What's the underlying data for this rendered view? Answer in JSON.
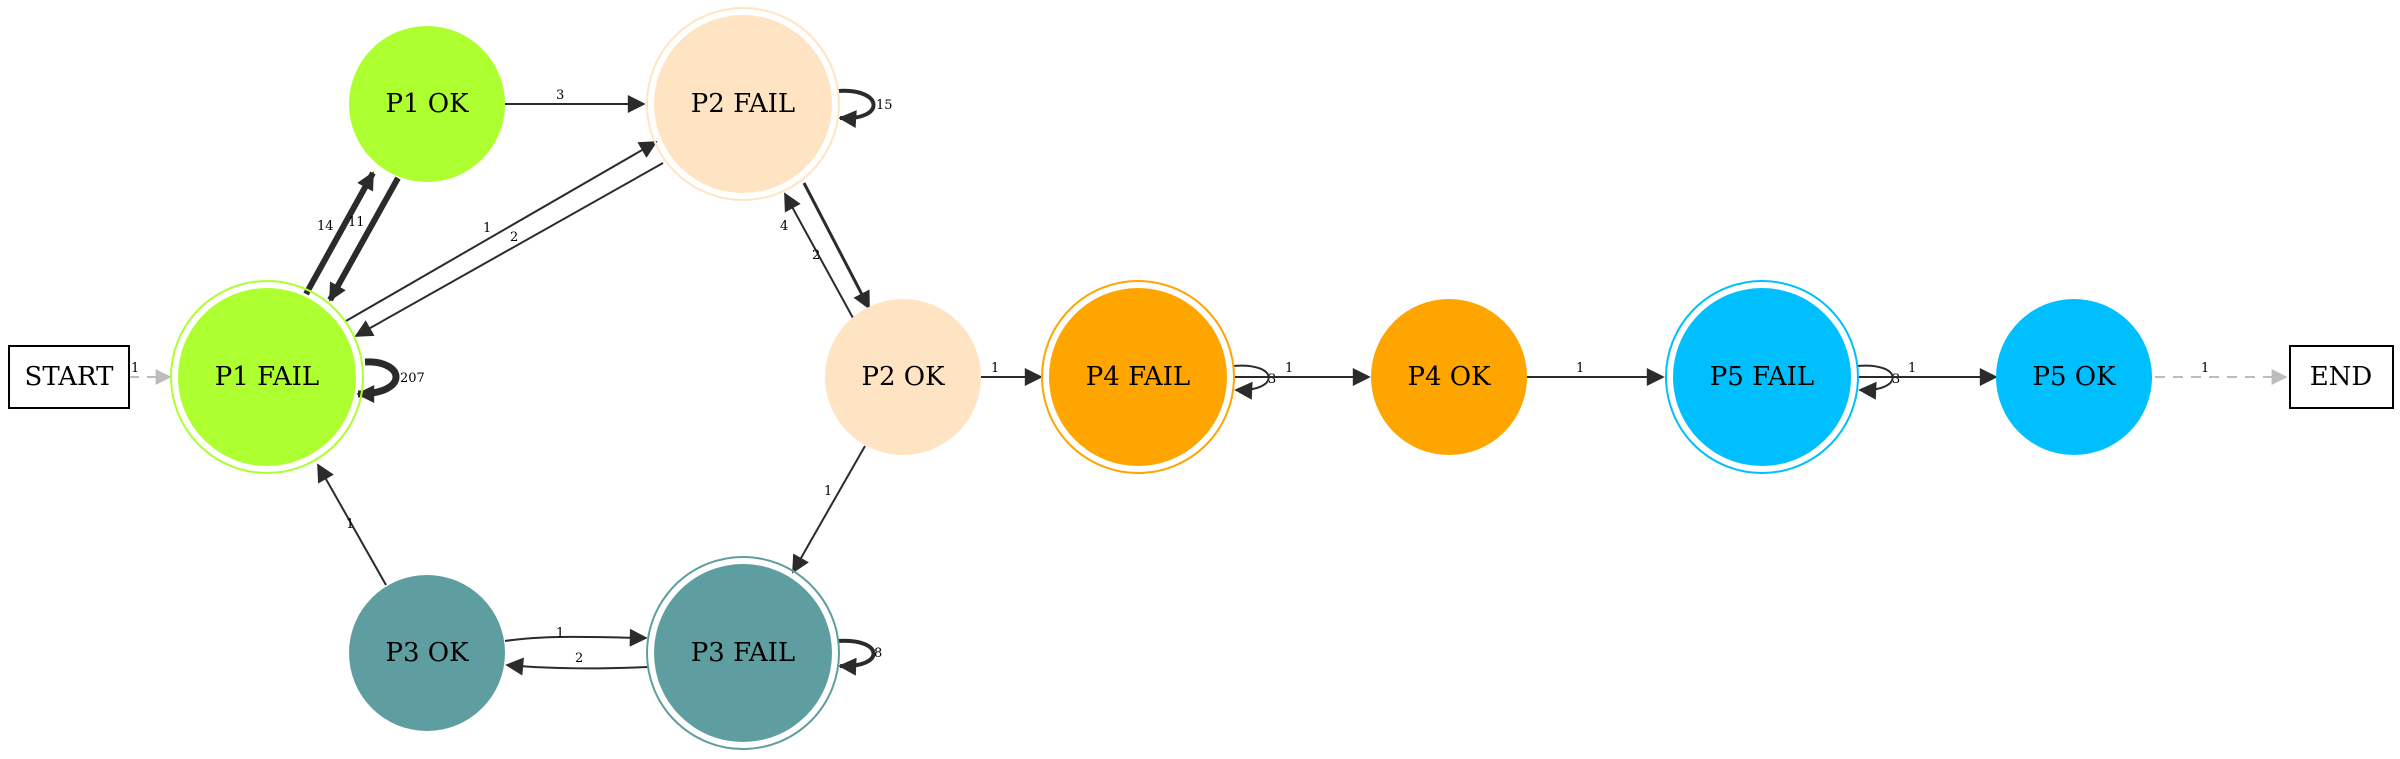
{
  "nodes": {
    "start": {
      "label": "START"
    },
    "end": {
      "label": "END"
    },
    "p1_ok": {
      "label": "P1 OK",
      "color": "#adff2f"
    },
    "p1_fail": {
      "label": "P1 FAIL",
      "color": "#adff2f"
    },
    "p2_fail": {
      "label": "P2 FAIL",
      "color": "#ffe4c4"
    },
    "p2_ok": {
      "label": "P2 OK",
      "color": "#ffe4c4"
    },
    "p3_ok": {
      "label": "P3 OK",
      "color": "#5f9ea0"
    },
    "p3_fail": {
      "label": "P3 FAIL",
      "color": "#5f9ea0"
    },
    "p4_fail": {
      "label": "P4 FAIL",
      "color": "#ffa500"
    },
    "p4_ok": {
      "label": "P4 OK",
      "color": "#ffa500"
    },
    "p5_fail": {
      "label": "P5 FAIL",
      "color": "#00bfff"
    },
    "p5_ok": {
      "label": "P5 OK",
      "color": "#00bfff"
    }
  },
  "edges": {
    "start_p1fail": "1",
    "p1fail_self": "207",
    "p1fail_p1ok": "14",
    "p1ok_p1fail": "11",
    "p1ok_p2fail": "3",
    "p1fail_p2fail": "1",
    "p2fail_p1fail": "2",
    "p2fail_self": "15",
    "p2fail_p2ok": "4",
    "p2ok_p2fail": "2",
    "p2ok_p4fail": "1",
    "p2ok_p3fail": "1",
    "p3ok_p1fail": "1",
    "p3ok_p3fail": "1",
    "p3fail_p3ok": "2",
    "p3fail_self": "8",
    "p4fail_self": "3",
    "p4fail_p4ok": "1",
    "p4ok_p5fail": "1",
    "p5fail_self": "3",
    "p5fail_p5ok": "1",
    "p5ok_end": "1"
  },
  "colors": {
    "edge": "#2b2b2b",
    "edge_dashed": "#bdbdbd"
  }
}
